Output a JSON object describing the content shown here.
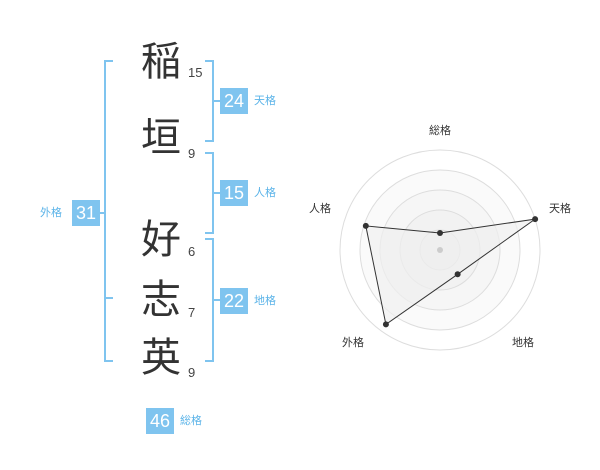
{
  "name_chars": [
    {
      "char": "稲",
      "strokes": "15"
    },
    {
      "char": "垣",
      "strokes": "9"
    },
    {
      "char": "好",
      "strokes": "6"
    },
    {
      "char": "志",
      "strokes": "7"
    },
    {
      "char": "英",
      "strokes": "9"
    }
  ],
  "kakusu": {
    "tenkaku": {
      "value": "24",
      "label": "天格"
    },
    "jinkaku": {
      "value": "15",
      "label": "人格"
    },
    "chikaku": {
      "value": "22",
      "label": "地格"
    },
    "gaikaku": {
      "value": "31",
      "label": "外格"
    },
    "soukaku": {
      "value": "46",
      "label": "総格"
    }
  },
  "colors": {
    "accent": "#7fc4ef",
    "accent_text": "#5ab3e8",
    "kanji": "#333333",
    "radar_fill": "#f0f0f0",
    "radar_grid": "#dddddd"
  },
  "chart_data": {
    "type": "radar",
    "axes": [
      "総格",
      "天格",
      "地格",
      "外格",
      "人格"
    ],
    "values": [
      0.17,
      1.0,
      0.3,
      0.92,
      0.78
    ],
    "rings": 5,
    "range": [
      0,
      1
    ]
  }
}
